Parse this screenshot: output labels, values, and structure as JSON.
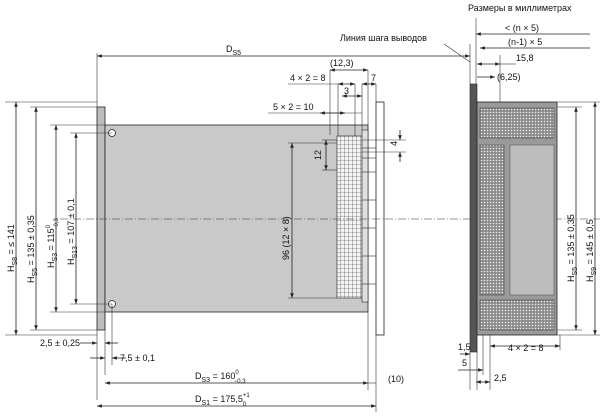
{
  "header": {
    "units_note": "Размеры в миллиметрах"
  },
  "labels": {
    "pin_pitch_line": "Линия шага выводов",
    "d_s5_main": "D",
    "d_s5_sub": "S5",
    "d_s3_main": "D",
    "d_s3_sub": "S3",
    "d_s3_value": " = 160",
    "d_s3_sup": "0",
    "d_s3_inf": "−0,3",
    "d_s1_main": "D",
    "d_s1_sub": "S1",
    "d_s1_value": " = 175,5",
    "d_s1_sup": "+1",
    "d_s1_inf": "0",
    "h_s8_main": "H",
    "h_s8_sub": "S8",
    "h_s8_value": " = ≤ 141",
    "h_s5_main": "H",
    "h_s5_sub": "S5",
    "h_s5_value": " = 135 ± 0,35",
    "h_s3_main": "H",
    "h_s3_sub": "S3",
    "h_s3_value": " = 115",
    "h_s3_sup": "0",
    "h_s3_inf": "−0,3",
    "h_s13_main": "H",
    "h_s13_sub": "S13",
    "h_s13_value": " = 107 ± 0,1",
    "r_h_s5_main": "H",
    "r_h_s5_sub": "S5",
    "r_h_s5_value": " = 135 ± 0,35",
    "r_h_s9_main": "H",
    "r_h_s9_sub": "S9",
    "r_h_s9_value": " = 145 ± 0,5",
    "dim_12_3": "(12,3)",
    "dim_4x2": "4 × 2 = 8",
    "dim_3": "3",
    "dim_7": "7",
    "dim_5x2": "5 × 2 = 10",
    "dim_12": "12",
    "dim_4": "4",
    "dim_96": "96 (12 × 8)",
    "dim_2_5_025": "2,5 ± 0,25",
    "dim_7_5_01": "7,5 ± 0,1",
    "dim_10": "(10)",
    "r_n5": "< (n × 5)",
    "r_n1x5": "(n-1) × 5",
    "r_15_8": "15,8",
    "r_6_25": "(6,25)",
    "r_1_5": "1,5",
    "r_4x2": "4 × 2 = 8",
    "r_5": "5",
    "r_2_5": "2,5"
  }
}
